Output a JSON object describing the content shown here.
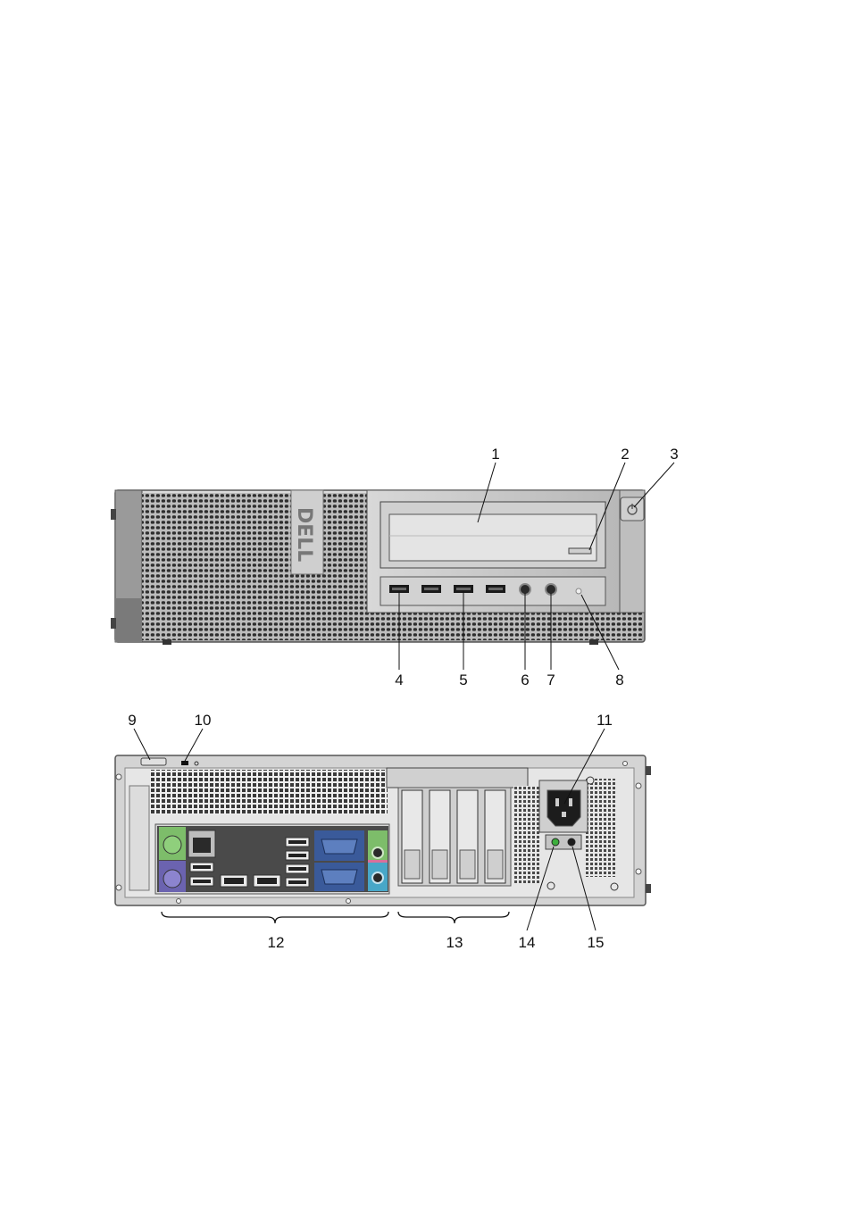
{
  "front_view": {
    "brand": "DELL",
    "callouts": [
      "1",
      "2",
      "3",
      "4",
      "5",
      "6",
      "7",
      "8"
    ]
  },
  "back_view": {
    "callouts": [
      "9",
      "10",
      "11",
      "12",
      "13",
      "14",
      "15"
    ]
  },
  "colors": {
    "chassis": "#c8c8c8",
    "chassis_dark": "#8d8d8d",
    "mesh_hole": "#2e2e2e",
    "ps2_keyboard": "#6b63b0",
    "ps2_mouse": "#7dbd6a",
    "serial_vga": "#3a5a9a",
    "audio_green": "#7dbd6a",
    "audio_pink": "#d9709a",
    "audio_blue": "#48a7c8",
    "led_green": "#3cae3c"
  },
  "icons": [
    "power-icon",
    "usb-port-icon",
    "headphone-jack-icon",
    "microphone-jack-icon",
    "hdd-activity-light-icon",
    "padlock-ring-icon",
    "security-cable-slot-icon",
    "power-connector-icon",
    "power-supply-diagnostic-light-icon",
    "power-supply-test-button-icon"
  ]
}
